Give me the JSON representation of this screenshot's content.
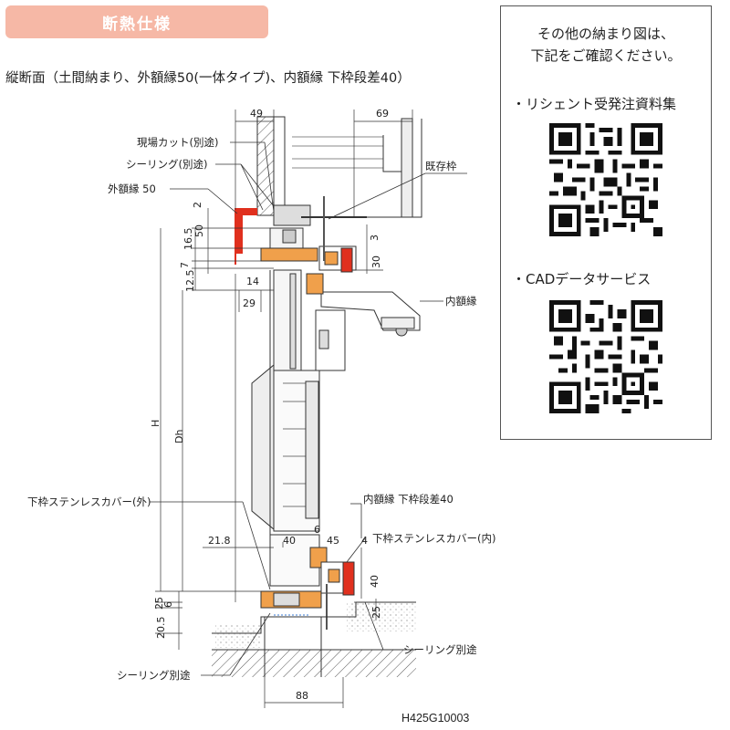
{
  "header": {
    "badge": "断熱仕様"
  },
  "subtitle": "縦断面（土間納まり、外額縁50(一体タイプ)、内額縁 下枠段差40）",
  "side_panel": {
    "note_line1": "その他の納まり図は、",
    "note_line2": "下記をご確認ください。",
    "link1": "・リシェント受発注資料集",
    "link2": "・CADデータサービス",
    "qr_icon": "qr-code-icon"
  },
  "labels": {
    "genba_cut": "現場カット(別途)",
    "sealing_top": "シーリング(別途)",
    "outer_frame": "外額縁 50",
    "existing_frame": "既存枠",
    "inner_frame": "内額縁",
    "stainless_out": "下枠ステンレスカバー(外)",
    "inner_step": "内額縁 下枠段差40",
    "stainless_in": "下枠ステンレスカバー(内)",
    "sealing_right": "シーリング別途",
    "sealing_left": "シーリング別途"
  },
  "dims": {
    "d49": "49",
    "d69": "69",
    "d2": "2",
    "d50": "50",
    "d16_5": "16.5",
    "d7": "7",
    "d12_5": "12.5",
    "d14": "14",
    "d29": "29",
    "d3": "3",
    "d30": "30",
    "dH": "H",
    "dDh": "Dh",
    "d21_8": "21.8",
    "d40a": "40",
    "d6a": "6",
    "d45": "45",
    "d4": "4",
    "d40b": "40",
    "d25a": "25",
    "d6b": "6",
    "d20_5": "20.5",
    "d25b": "25",
    "d88": "88"
  },
  "code_ref": "H425G10003",
  "colors": {
    "badge": "#f6b8a6",
    "accent_red": "#e0301e",
    "frame_orange": "#f0a04b"
  }
}
